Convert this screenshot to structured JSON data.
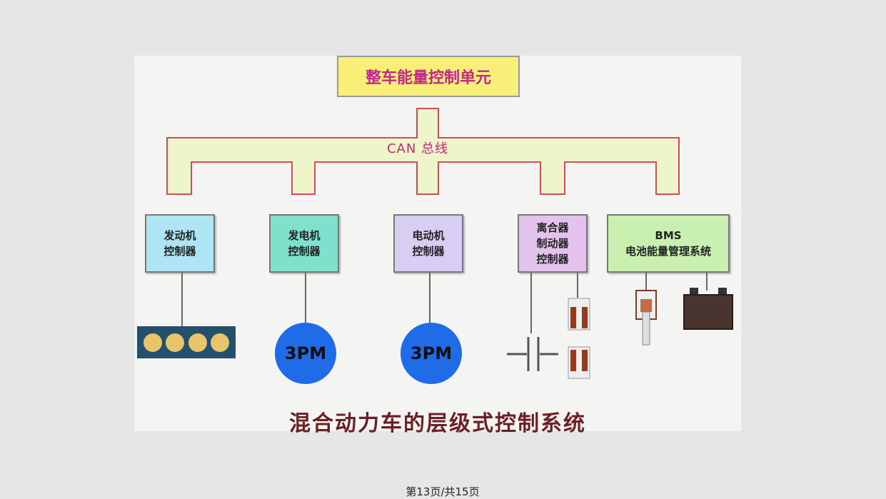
{
  "diagram": {
    "top_unit": "整车能量控制单元",
    "bus_label": "CAN 总线",
    "controllers": [
      {
        "label": "发动机\n控制器",
        "color": "#aee4f4"
      },
      {
        "label": "发电机\n控制器",
        "color": "#7fe0cc"
      },
      {
        "label": "电动机\n控制器",
        "color": "#d8cdf2"
      },
      {
        "label": "离合器\n制动器\n控制器",
        "color": "#e3c3ee"
      },
      {
        "label": "BMS\n电池能量管理系统",
        "color": "#c9f0b0"
      }
    ],
    "motors": [
      "3PM",
      "3PM"
    ],
    "caption": "混合动力车的层级式控制系统",
    "colors": {
      "bus_fill": "#eef5c8",
      "bus_stroke": "#d44a5a",
      "motor": "#1f6be8"
    }
  },
  "footer": {
    "page": "第13页/共15页"
  }
}
